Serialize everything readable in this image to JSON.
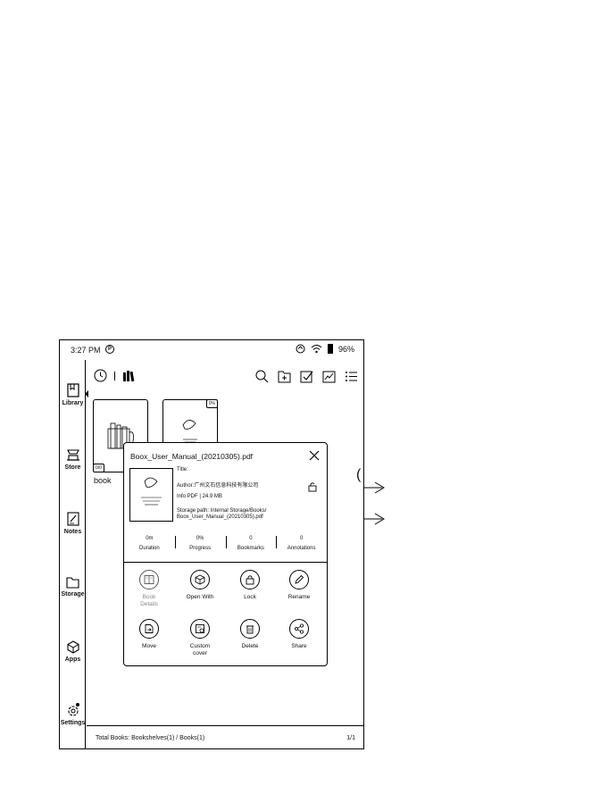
{
  "status": {
    "time": "3:27 PM",
    "battery": "96%"
  },
  "sidebar": {
    "items": [
      {
        "label": "Library",
        "icon": "library-icon"
      },
      {
        "label": "Store",
        "icon": "store-icon"
      },
      {
        "label": "Notes",
        "icon": "notes-icon"
      },
      {
        "label": "Storage",
        "icon": "storage-icon"
      },
      {
        "label": "Apps",
        "icon": "apps-icon"
      },
      {
        "label": "Settings",
        "icon": "settings-icon"
      }
    ]
  },
  "books": [
    {
      "name": "book",
      "badge": "0/0"
    },
    {
      "badge": "0%"
    }
  ],
  "dialog": {
    "file_name": "Boox_User_Manual_(20210305).pdf",
    "title_label": "Title:",
    "author": "Author:广州文石信息科技有限公司",
    "info": "Info:PDF | 24.9 MB",
    "storage_path_1": "Storage path: Internal Storage/Books/",
    "storage_path_2": "Boox_User_Manual_(20210305).pdf",
    "stats": [
      {
        "value": "0m",
        "label": "Duration"
      },
      {
        "value": "0%",
        "label": "Progress"
      },
      {
        "value": "0",
        "label": "Bookmarks"
      },
      {
        "value": "0",
        "label": "Annotations"
      }
    ],
    "actions": {
      "book_details_1": "Book",
      "book_details_2": "Details",
      "open_with": "Open With",
      "lock": "Lock",
      "rename": "Rename",
      "move": "Move",
      "custom_cover_1": "Custom",
      "custom_cover_2": "cover",
      "delete": "Delete",
      "share": "Share"
    }
  },
  "footer": {
    "summary": "Total Books: Bookshelves(1) / Books(1)",
    "page": "1/1"
  }
}
